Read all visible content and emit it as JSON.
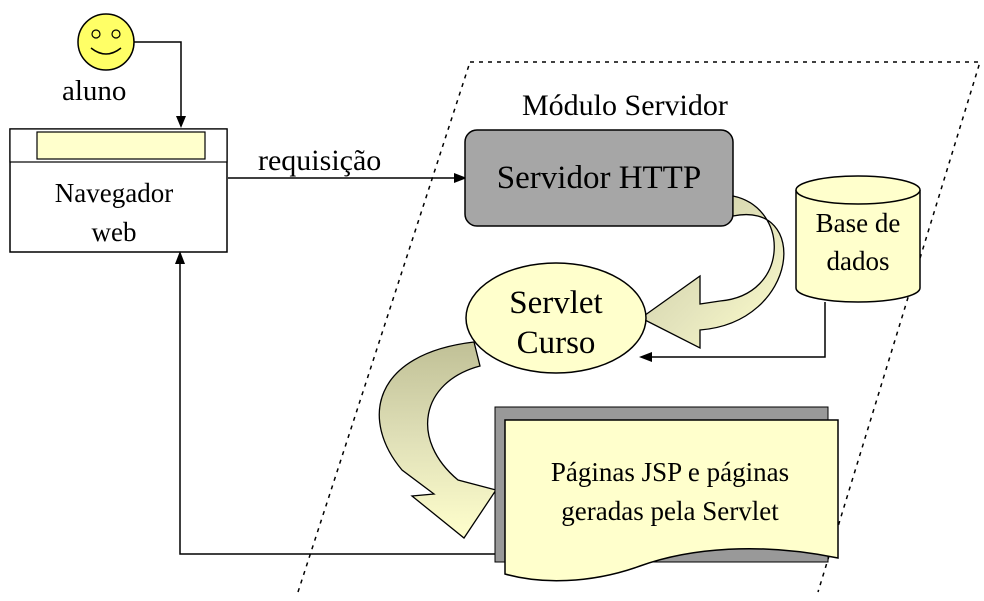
{
  "nodes": {
    "student": {
      "label": "aluno"
    },
    "browser": {
      "line1": "Navegador",
      "line2": "web"
    },
    "server_module": {
      "title": "Módulo Servidor"
    },
    "http_server": {
      "label": "Servidor HTTP"
    },
    "database": {
      "line1": "Base de",
      "line2": "dados"
    },
    "servlet": {
      "line1": "Servlet",
      "line2": "Curso"
    },
    "jsp_pages": {
      "line1": "Páginas JSP e páginas",
      "line2": "geradas pela Servlet"
    }
  },
  "edges": {
    "request": {
      "label": "requisição"
    }
  },
  "colors": {
    "face": "#ffff66",
    "browser_bar": "#ffffcc",
    "http_box": "#a6a6a6",
    "database": "#ffffcc",
    "servlet": "#ffffcc",
    "page": "#ffffcc",
    "page_shadow": "#999999",
    "curved_arrow": "#ffffcc",
    "curved_arrow_shade": "#c8c89c"
  }
}
